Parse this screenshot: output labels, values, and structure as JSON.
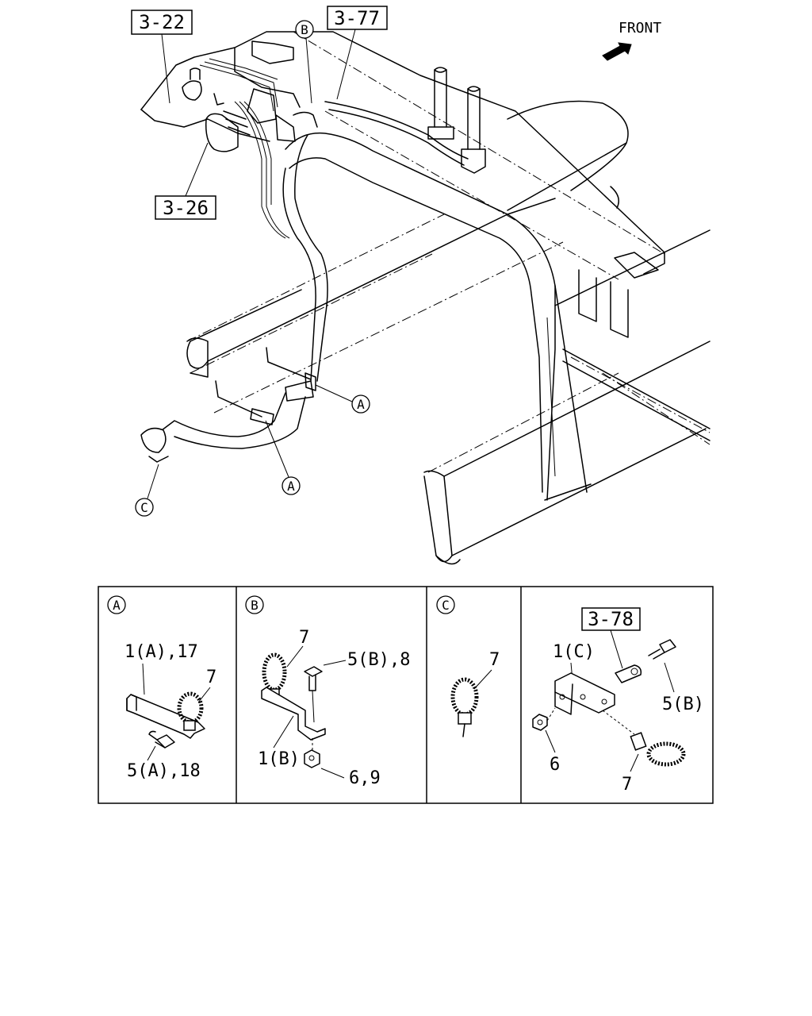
{
  "main_view": {
    "front_label": "FRONT",
    "refs": {
      "r322": "3-22",
      "r377": "3-77",
      "r326": "3-26"
    },
    "callouts": {
      "b": "B",
      "a_upper": "A",
      "a_lower": "A",
      "c": "C"
    }
  },
  "details": {
    "a": {
      "marker": "A",
      "labels": {
        "bracket": "1(A),17",
        "band": "7",
        "bolt": "5(A),18"
      }
    },
    "b": {
      "marker": "B",
      "labels": {
        "band": "7",
        "bolt": "5(B),8",
        "bracket": "1(B)",
        "nut": "6,9"
      }
    },
    "c": {
      "marker": "C",
      "labels": {
        "band": "7"
      }
    },
    "d": {
      "ref": "3-78",
      "labels": {
        "bracket": "1(C)",
        "bolt": "5(B)",
        "nut": "6",
        "band": "7"
      }
    }
  }
}
